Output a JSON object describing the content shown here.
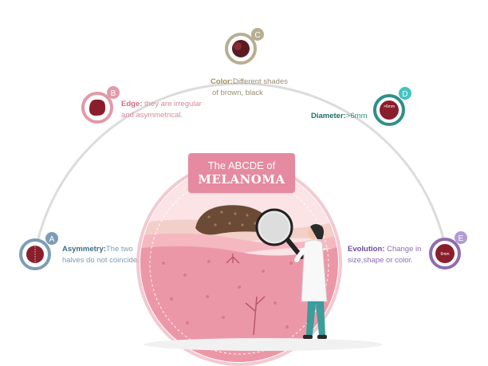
{
  "title": {
    "line1": "The ABCDE of",
    "line2": "MELANOMA"
  },
  "criteria": [
    {
      "letter": "A",
      "heading": "Asymmetry:",
      "text": "The two halves do not coincide.",
      "text_a": "The two",
      "text_b": "halves do not coincide.",
      "color": "#7d9db5"
    },
    {
      "letter": "B",
      "heading": "Edge:",
      "text_a": "they are irregular",
      "text_b": "and asymmetrical.",
      "color": "#e29aa8"
    },
    {
      "letter": "C",
      "heading": "Color:",
      "text_a": "Different shades",
      "text_b": "of brown, black",
      "color": "#b9ae92"
    },
    {
      "letter": "D",
      "heading": "Diameter:",
      "text_a": ">6mm",
      "color": "#2f8f8a",
      "badge_text": ">6mm"
    },
    {
      "letter": "E",
      "heading": "Evolution:",
      "text_a": "Change in",
      "text_b": "size,shape or color.",
      "color": "#8d6db0",
      "badge_text": "6mm"
    }
  ],
  "colors": {
    "arc": "#d8d8d8",
    "mole": "#8a1e2c",
    "skin_light": "#f7c3cb",
    "skin_dark": "#ec97a7",
    "banner": "#e58aa0"
  },
  "icons": [
    "magnifier-icon",
    "doctor-figure"
  ]
}
